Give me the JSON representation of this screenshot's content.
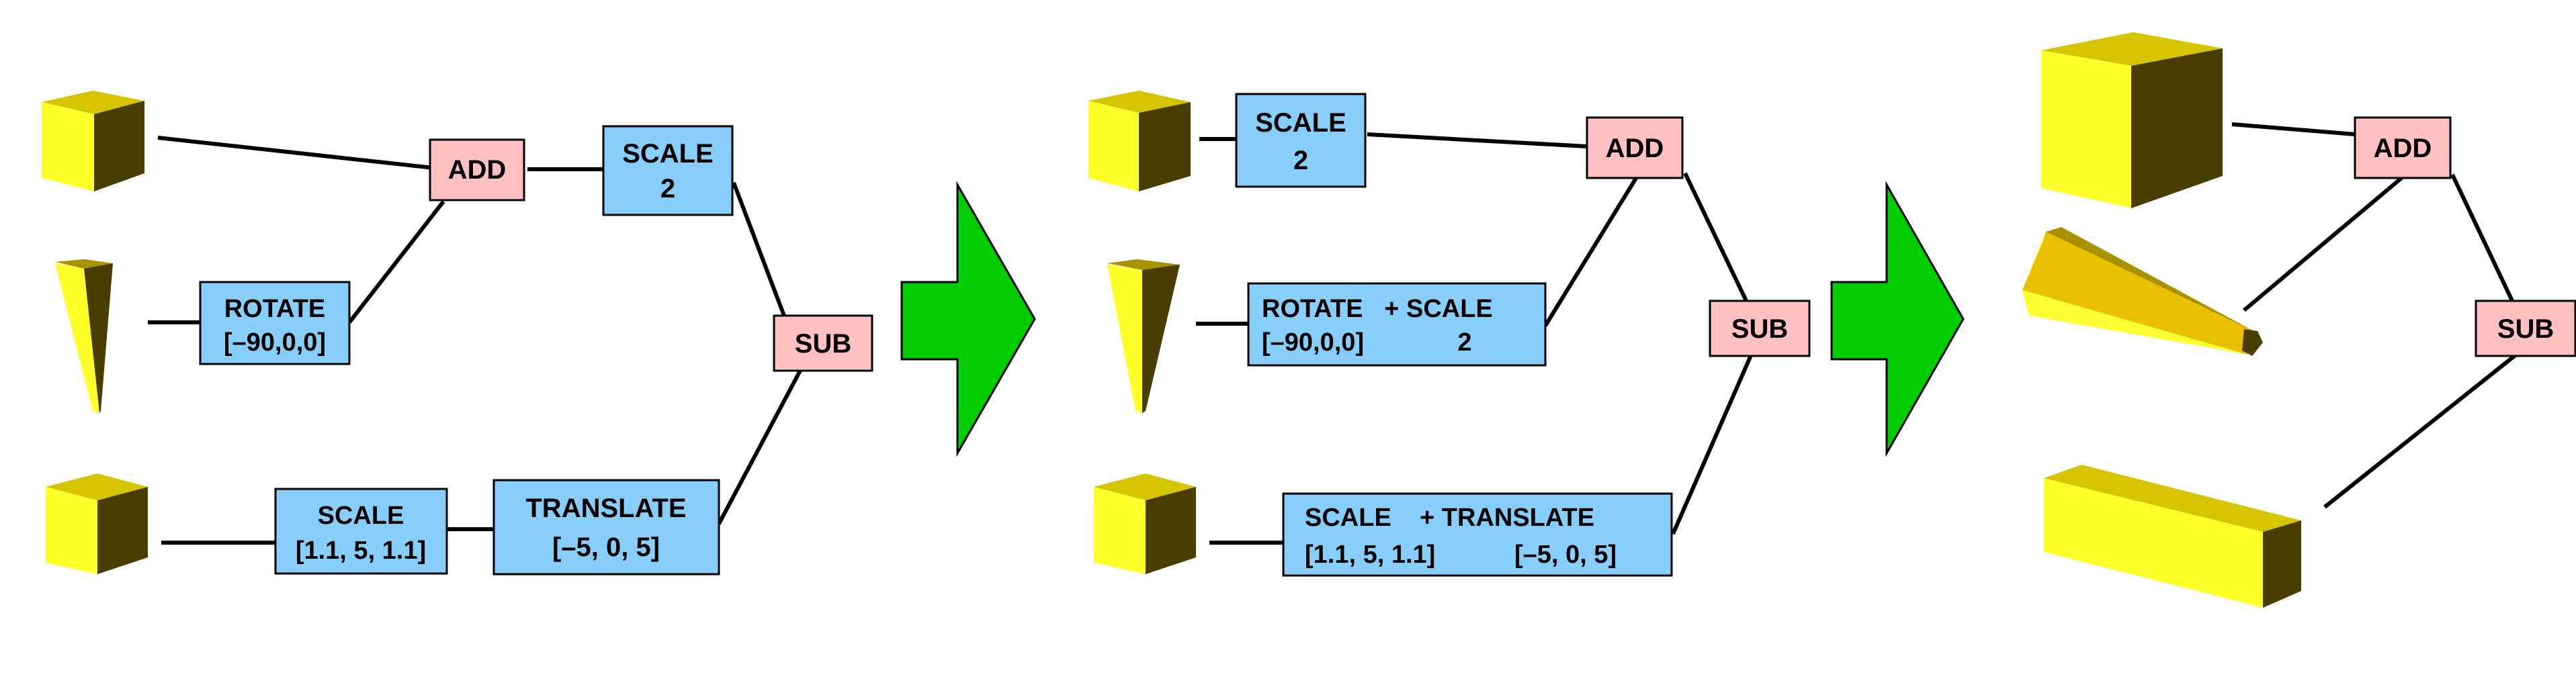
{
  "colors": {
    "transform_node": "#87cefa",
    "boolean_node": "#ffc0c0",
    "arrow": "#00cc00",
    "solid_light": "#ffff33",
    "solid_dark": "#4a3d00"
  },
  "panel1": {
    "add": "ADD",
    "scale_line1": "SCALE",
    "scale_line2": "2",
    "rotate_line1": "ROTATE",
    "rotate_line2": "[–90,0,0]",
    "sub": "SUB",
    "scale3_line1": "SCALE",
    "scale3_line2": "[1.1, 5, 1.1]",
    "translate_line1": "TRANSLATE",
    "translate_line2": "[–5, 0, 5]"
  },
  "panel2": {
    "scale_line1": "SCALE",
    "scale_line2": "2",
    "add": "ADD",
    "combo1_line1": "ROTATE   + SCALE",
    "combo1_line2a": "[–90,0,0]",
    "combo1_line2b": "2",
    "sub": "SUB",
    "combo2_line1": "SCALE    + TRANSLATE",
    "combo2_line2a": "[1.1, 5, 1.1]",
    "combo2_line2b": "[–5, 0, 5]"
  },
  "panel3": {
    "add": "ADD",
    "sub": "SUB"
  }
}
